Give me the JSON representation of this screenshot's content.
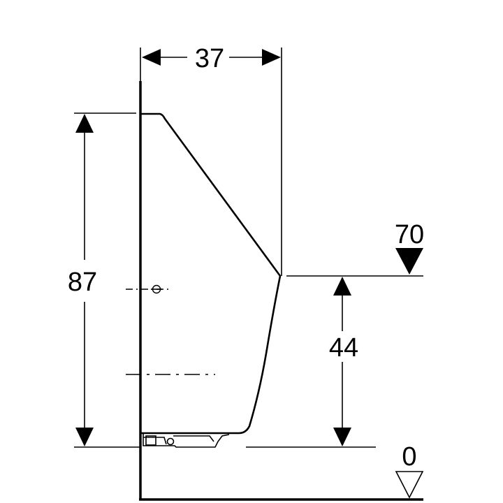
{
  "dimensions": {
    "width_top": "37",
    "height_total": "87",
    "height_inlet": "44",
    "level_rim": "70",
    "level_floor": "0"
  },
  "colors": {
    "line": "#000000",
    "background": "#ffffff"
  }
}
